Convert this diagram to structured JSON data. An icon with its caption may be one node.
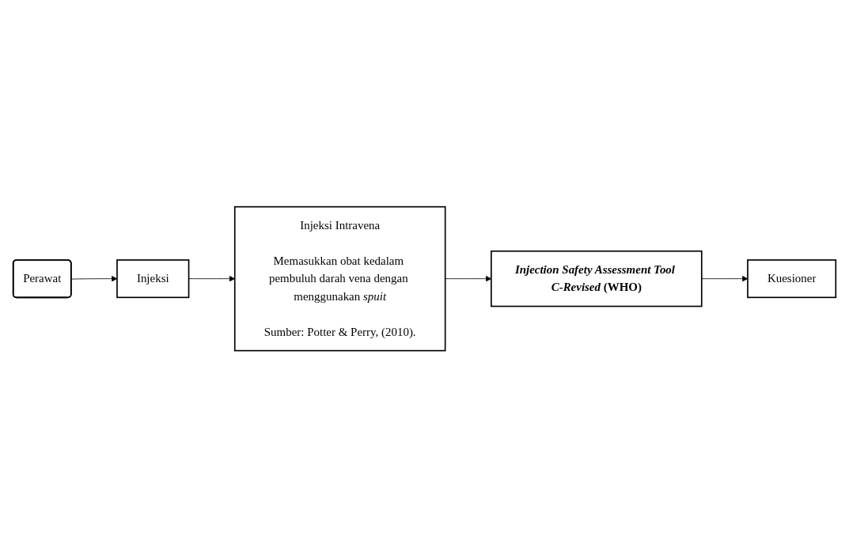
{
  "diagram": {
    "nodes": [
      {
        "text": [
          "Perawat"
        ]
      },
      {
        "text": [
          "Injeksi"
        ]
      },
      {
        "text": [
          "Injeksi Intravena",
          "Memasukkan obat kedalam pembuluh darah vena dengan menggunakan *spuit*",
          "Sumber: Potter & Perry, (2010)."
        ]
      },
      {
        "text": [
          "*Injection Safety Assessment Tool C-Revised* (WHO)"
        ]
      },
      {
        "text": [
          "Kuesioner"
        ]
      }
    ],
    "edges": [
      {
        "from": 0,
        "to": 1,
        "arrow": "to"
      },
      {
        "from": 1,
        "to": 2,
        "arrow": "to"
      },
      {
        "from": 2,
        "to": 3,
        "arrow": "to"
      },
      {
        "from": 3,
        "to": 4,
        "arrow": "to"
      }
    ]
  }
}
